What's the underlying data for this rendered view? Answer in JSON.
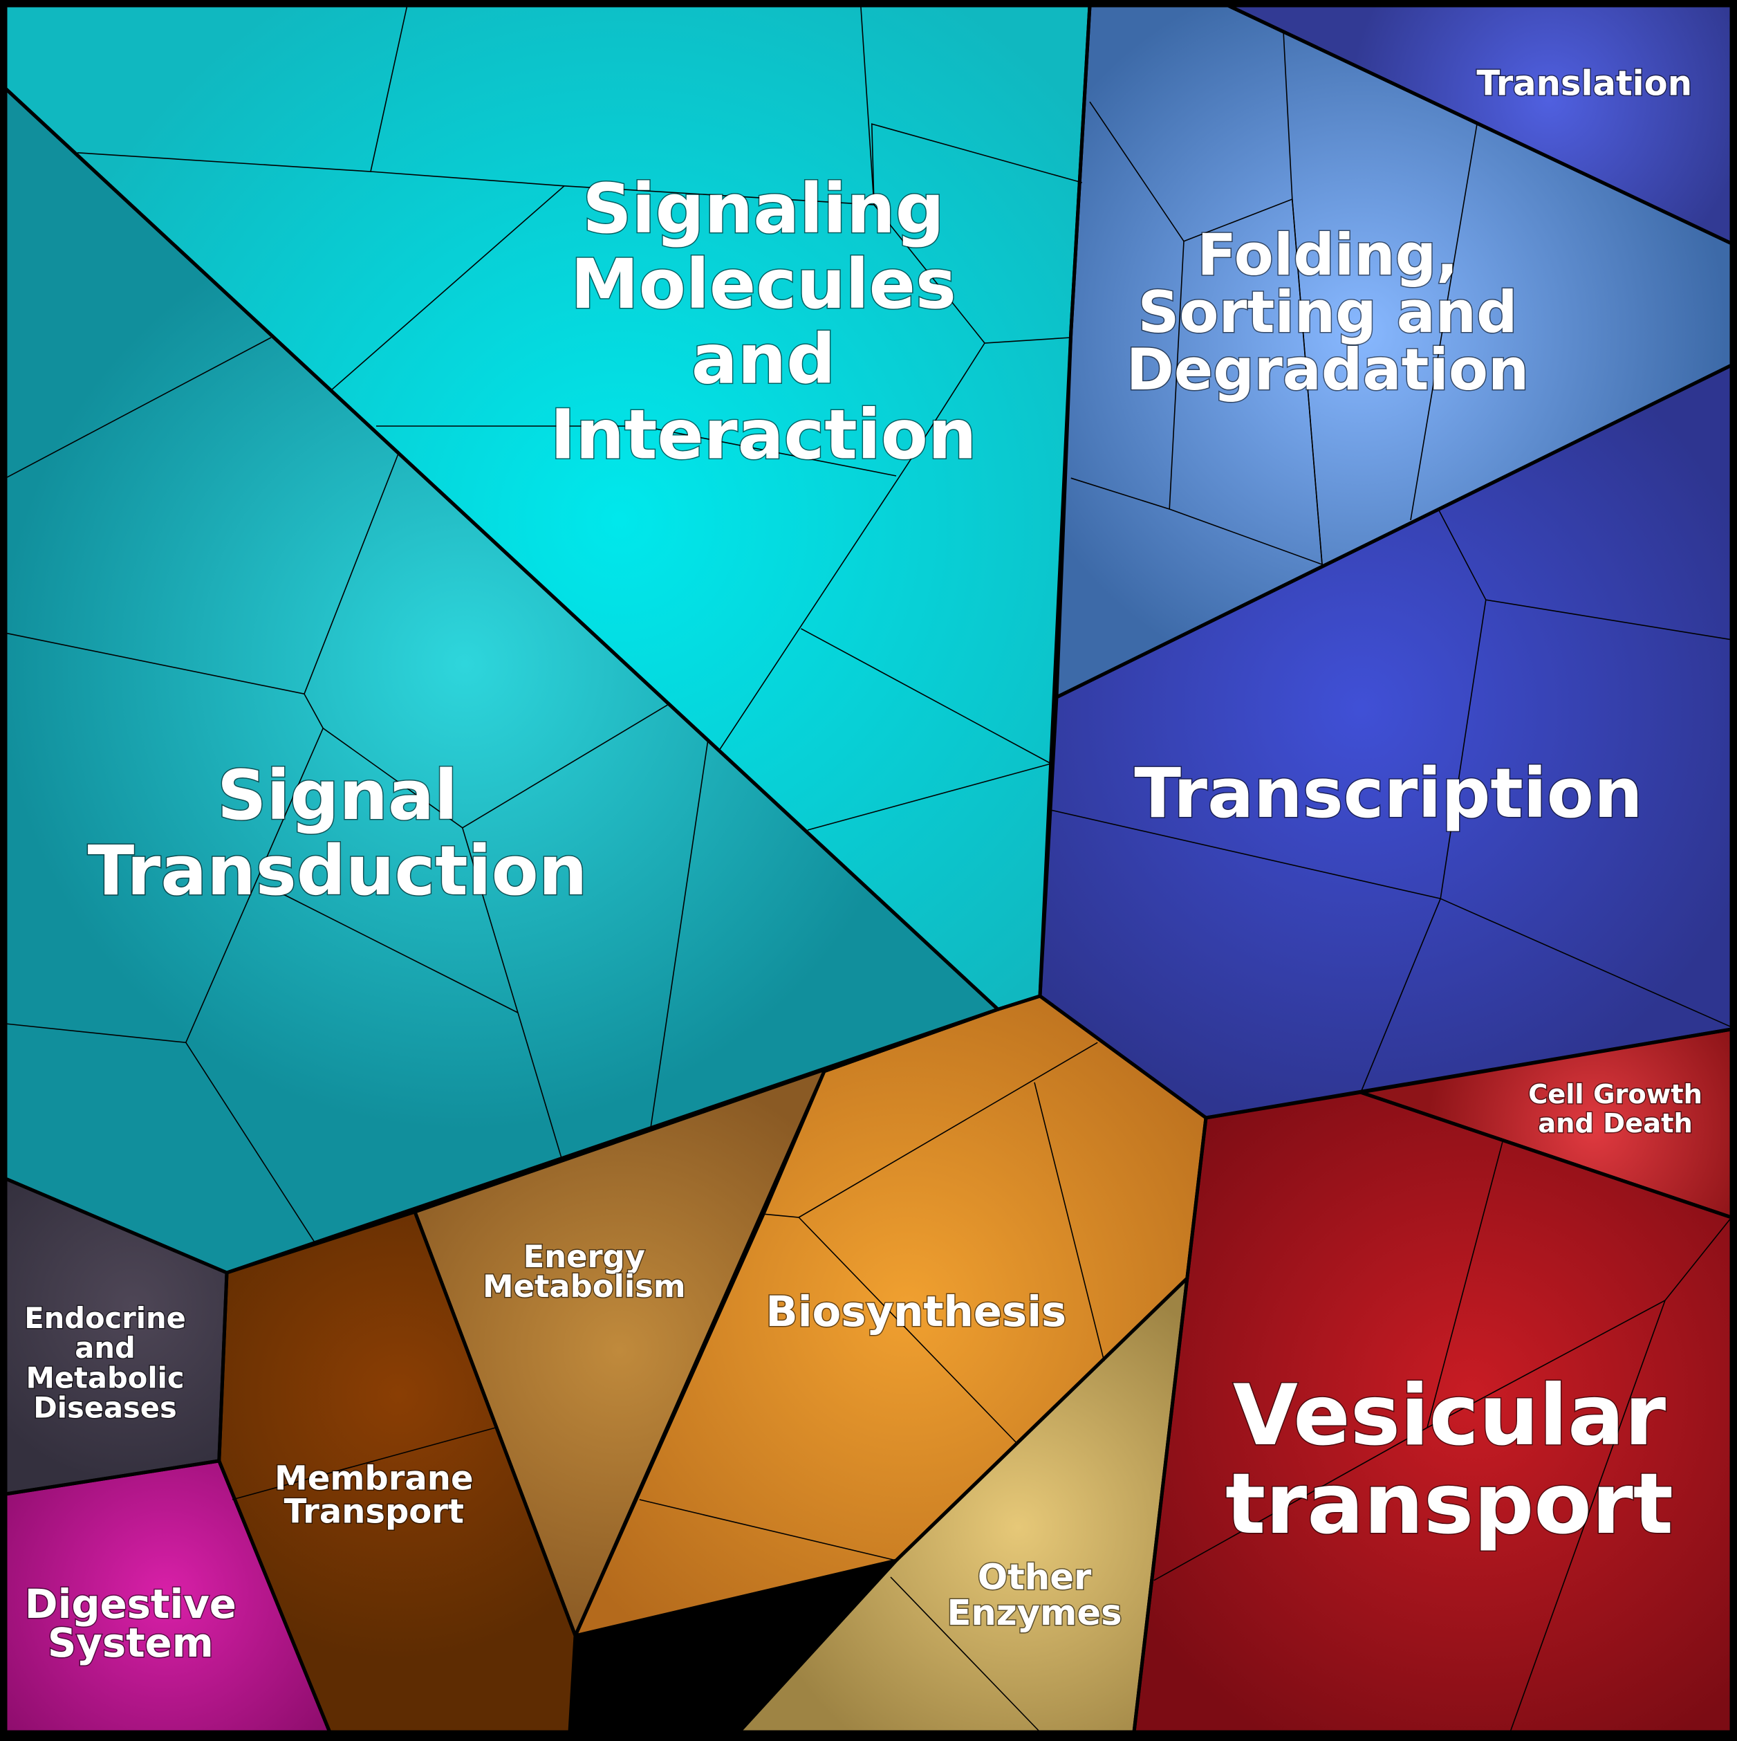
{
  "regions": [
    {
      "key": "signaling",
      "lines": [
        "Signaling",
        "Molecules",
        "and",
        "Interaction"
      ],
      "color": "#10b8c0",
      "highlight": "#00e8ec"
    },
    {
      "key": "signal_transduction",
      "lines": [
        "Signal",
        "Transduction"
      ],
      "color": "#118f9c",
      "highlight": "#2ed6dc"
    },
    {
      "key": "folding",
      "lines": [
        "Folding,",
        "Sorting and",
        "Degradation"
      ],
      "color": "#3d6aa8",
      "highlight": "#88b8ff"
    },
    {
      "key": "translation",
      "lines": [
        "Translation"
      ],
      "color": "#323a94",
      "highlight": "#5060e0"
    },
    {
      "key": "transcription",
      "lines": [
        "Transcription"
      ],
      "color": "#2e3590",
      "highlight": "#4050d6"
    },
    {
      "key": "cell_growth",
      "lines": [
        "Cell Growth",
        "and Death"
      ],
      "color": "#8e1418",
      "highlight": "#e03a40"
    },
    {
      "key": "vesicular",
      "lines": [
        "Vesicular",
        "transport"
      ],
      "color": "#7c0c14",
      "highlight": "#c81c24"
    },
    {
      "key": "biosynthesis",
      "lines": [
        "Biosynthesis"
      ],
      "color": "#b46a1c",
      "highlight": "#f0a030"
    },
    {
      "key": "other_enzymes",
      "lines": [
        "Other",
        "Enzymes"
      ],
      "color": "#9e8444",
      "highlight": "#e6c878"
    },
    {
      "key": "energy",
      "lines": [
        "Energy",
        "Metabolism"
      ],
      "color": "#8a5a24",
      "highlight": "#c08a3c"
    },
    {
      "key": "membrane",
      "lines": [
        "Membrane",
        "Transport"
      ],
      "color": "#5e2c02",
      "highlight": "#8a3e04"
    },
    {
      "key": "endocrine",
      "lines": [
        "Endocrine",
        "and",
        "Metabolic",
        "Diseases"
      ],
      "color": "#34303e",
      "highlight": "#4e4656"
    },
    {
      "key": "digestive",
      "lines": [
        "Digestive",
        "System"
      ],
      "color": "#8a0c6a",
      "highlight": "#d820a8"
    }
  ]
}
